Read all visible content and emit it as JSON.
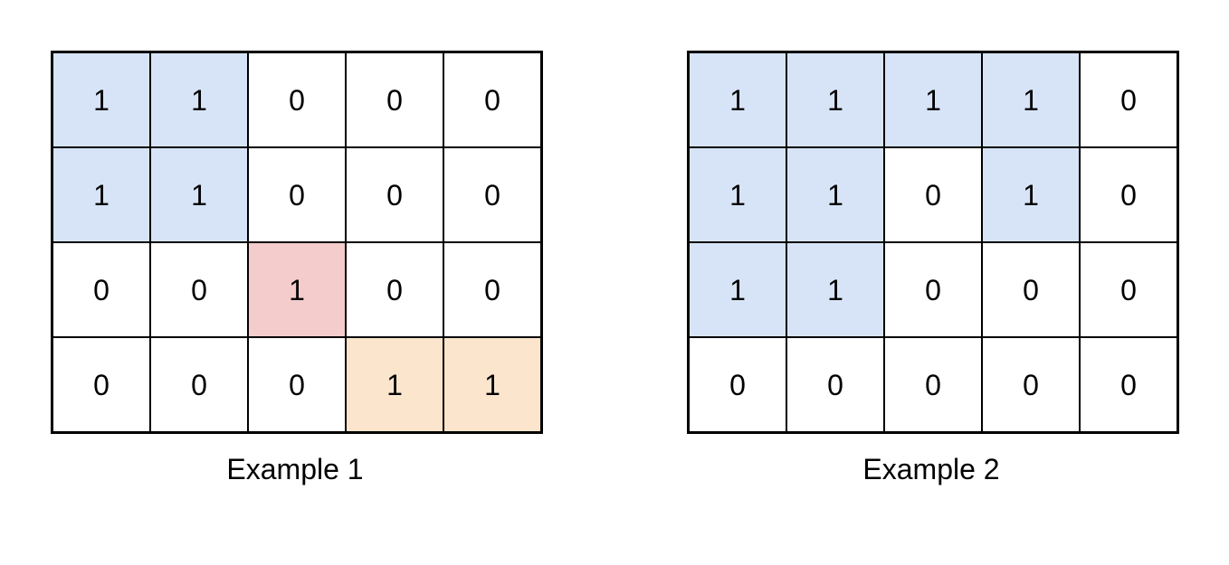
{
  "canvas": {
    "background": "#ffffff"
  },
  "colors": {
    "blue": "#d7e4f7",
    "red": "#f4cccc",
    "orange": "#fce5cd",
    "white": "#ffffff",
    "border": "#000000",
    "text": "#000000"
  },
  "examples": [
    {
      "label": "Example 1",
      "rows": 4,
      "cols": 5,
      "grid": [
        [
          {
            "value": "1",
            "fill": "blue"
          },
          {
            "value": "1",
            "fill": "blue"
          },
          {
            "value": "0",
            "fill": "white"
          },
          {
            "value": "0",
            "fill": "white"
          },
          {
            "value": "0",
            "fill": "white"
          }
        ],
        [
          {
            "value": "1",
            "fill": "blue"
          },
          {
            "value": "1",
            "fill": "blue"
          },
          {
            "value": "0",
            "fill": "white"
          },
          {
            "value": "0",
            "fill": "white"
          },
          {
            "value": "0",
            "fill": "white"
          }
        ],
        [
          {
            "value": "0",
            "fill": "white"
          },
          {
            "value": "0",
            "fill": "white"
          },
          {
            "value": "1",
            "fill": "red"
          },
          {
            "value": "0",
            "fill": "white"
          },
          {
            "value": "0",
            "fill": "white"
          }
        ],
        [
          {
            "value": "0",
            "fill": "white"
          },
          {
            "value": "0",
            "fill": "white"
          },
          {
            "value": "0",
            "fill": "white"
          },
          {
            "value": "1",
            "fill": "orange"
          },
          {
            "value": "1",
            "fill": "orange"
          }
        ]
      ]
    },
    {
      "label": "Example 2",
      "rows": 4,
      "cols": 5,
      "grid": [
        [
          {
            "value": "1",
            "fill": "blue"
          },
          {
            "value": "1",
            "fill": "blue"
          },
          {
            "value": "1",
            "fill": "blue"
          },
          {
            "value": "1",
            "fill": "blue"
          },
          {
            "value": "0",
            "fill": "white"
          }
        ],
        [
          {
            "value": "1",
            "fill": "blue"
          },
          {
            "value": "1",
            "fill": "blue"
          },
          {
            "value": "0",
            "fill": "white"
          },
          {
            "value": "1",
            "fill": "blue"
          },
          {
            "value": "0",
            "fill": "white"
          }
        ],
        [
          {
            "value": "1",
            "fill": "blue"
          },
          {
            "value": "1",
            "fill": "blue"
          },
          {
            "value": "0",
            "fill": "white"
          },
          {
            "value": "0",
            "fill": "white"
          },
          {
            "value": "0",
            "fill": "white"
          }
        ],
        [
          {
            "value": "0",
            "fill": "white"
          },
          {
            "value": "0",
            "fill": "white"
          },
          {
            "value": "0",
            "fill": "white"
          },
          {
            "value": "0",
            "fill": "white"
          },
          {
            "value": "0",
            "fill": "white"
          }
        ]
      ]
    }
  ]
}
